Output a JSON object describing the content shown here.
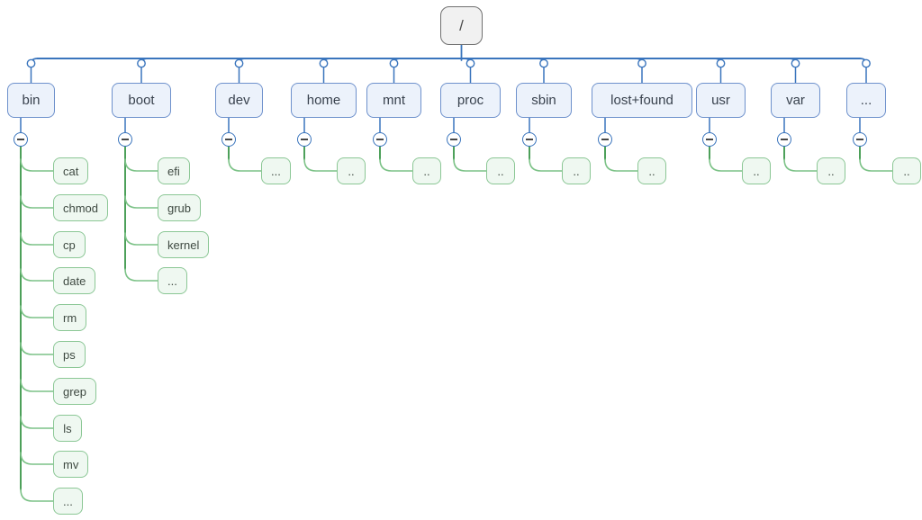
{
  "diagram": {
    "root": {
      "label": "/"
    },
    "directories": [
      {
        "label": "bin",
        "children": [
          {
            "label": "cat"
          },
          {
            "label": "chmod"
          },
          {
            "label": "cp"
          },
          {
            "label": "date"
          },
          {
            "label": "rm"
          },
          {
            "label": "ps"
          },
          {
            "label": "grep"
          },
          {
            "label": "ls"
          },
          {
            "label": "mv"
          },
          {
            "label": "..."
          }
        ]
      },
      {
        "label": "boot",
        "children": [
          {
            "label": "efi"
          },
          {
            "label": "grub"
          },
          {
            "label": "kernel"
          },
          {
            "label": "..."
          }
        ]
      },
      {
        "label": "dev",
        "children": [
          {
            "label": "..."
          }
        ]
      },
      {
        "label": "home",
        "children": [
          {
            "label": ".."
          }
        ]
      },
      {
        "label": "mnt",
        "children": [
          {
            "label": ".."
          }
        ]
      },
      {
        "label": "proc",
        "children": [
          {
            "label": ".."
          }
        ]
      },
      {
        "label": "sbin",
        "children": [
          {
            "label": ".."
          }
        ]
      },
      {
        "label": "lost+found",
        "children": [
          {
            "label": ".."
          }
        ]
      },
      {
        "label": "usr",
        "children": [
          {
            "label": ".."
          }
        ]
      },
      {
        "label": "var",
        "children": [
          {
            "label": ".."
          }
        ]
      },
      {
        "label": "...",
        "children": [
          {
            "label": ".."
          }
        ]
      }
    ],
    "collapse_icon": "minus",
    "colors": {
      "connector_blue": "#3a75bd",
      "dir_border": "#6e91cc",
      "dir_fill": "#ecf2fb",
      "leaf_border": "#8bc795",
      "leaf_fill": "#eff8f1",
      "branch_green": "#7cc287",
      "trunk_green": "#4da05a",
      "root_border": "#707070",
      "root_fill": "#f1f1f1",
      "text": "#3c3c3c"
    }
  }
}
